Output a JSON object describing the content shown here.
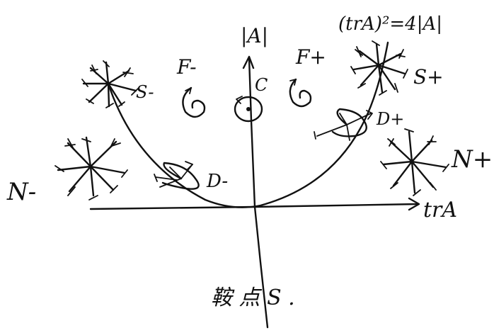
{
  "diagram": {
    "parabola_equation": "(trA)²=4|A|",
    "y_axis_label": "|A|",
    "x_axis_label": "trA",
    "regions": {
      "n_minus": "N-",
      "s_minus": "S-",
      "d_minus": "D-",
      "f_minus": "F-",
      "center": "C",
      "f_plus": "F+",
      "d_plus": "D+",
      "s_plus": "S+",
      "n_plus": "N+"
    },
    "saddle_note": "鞍 点 S ."
  },
  "colors": {
    "ink": "#111111",
    "background": "#ffffff"
  },
  "icons": [
    "star-node-icon",
    "spiral-icon",
    "center-icon",
    "degenerate-node-icon",
    "saddle-node-icon"
  ]
}
